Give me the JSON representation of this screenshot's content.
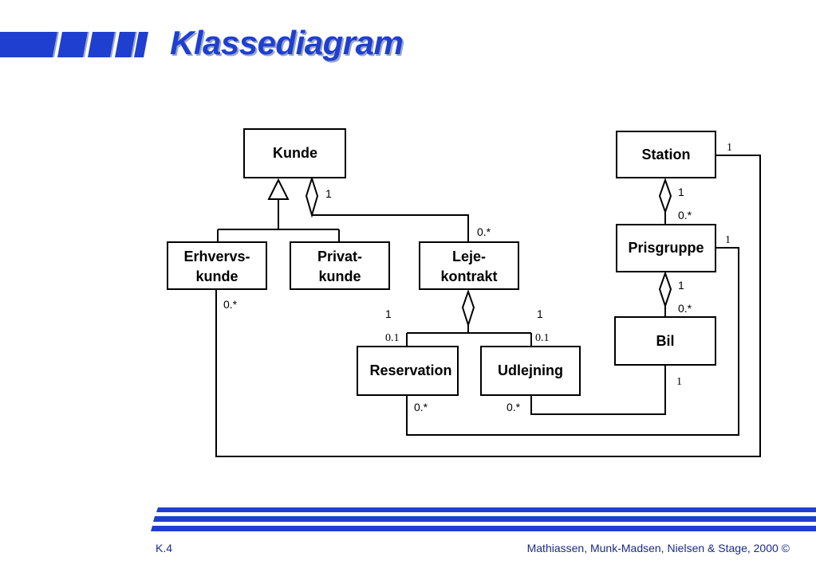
{
  "slide": {
    "title": "Klassediagram",
    "page_number": "K.4",
    "copyright": "Mathiassen, Munk-Madsen, Nielsen & Stage, 2000 ©"
  },
  "theme": {
    "title_color": "#1f3fd0",
    "stripe_color": "#1f3fd0"
  },
  "classes": {
    "kunde": "Kunde",
    "erhverv_line1": "Erhvervs-",
    "erhverv_line2": "kunde",
    "privat_line1": "Privat-",
    "privat_line2": "kunde",
    "leje_line1": "Leje-",
    "leje_line2": "kontrakt",
    "reservation": "Reservation",
    "udlejning": "Udlejning",
    "station": "Station",
    "prisgruppe": "Prisgruppe",
    "bil": "Bil"
  },
  "multiplicities": {
    "kunde_leje_one": "1",
    "kunde_leje_many": "0.*",
    "erhverv_many": "0.*",
    "leje_res_one": "1",
    "leje_res_opt": "0.1",
    "leje_udl_one": "1",
    "leje_udl_opt": "0.1",
    "res_many": "0.*",
    "udl_many": "0.*",
    "station_pris_one": "1",
    "station_pris_many": "0.*",
    "pris_bil_one": "1",
    "pris_bil_many": "0.*",
    "station_right_one": "1",
    "pris_right_one": "1",
    "bil_below_one": "1"
  }
}
